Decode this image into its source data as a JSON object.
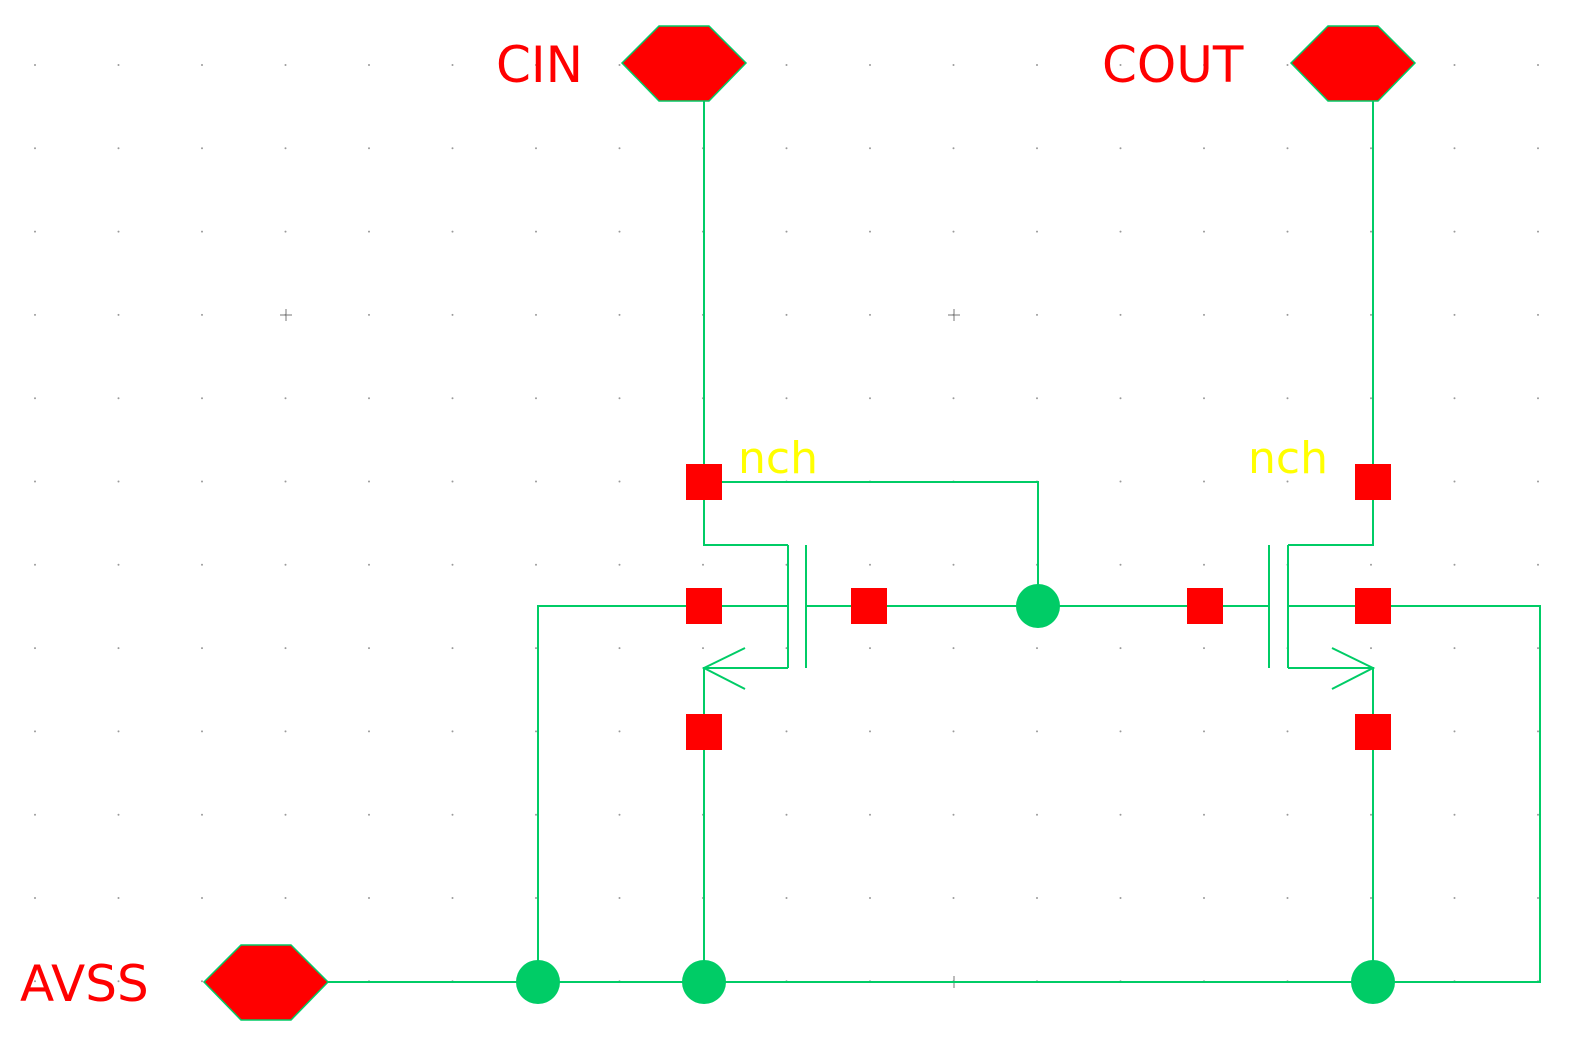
{
  "schematic": {
    "pins": {
      "cin": "CIN",
      "cout": "COUT",
      "avss": "AVSS"
    },
    "instances": {
      "m1": "nch",
      "m2": "nch"
    },
    "colors": {
      "background": "#ffffff",
      "wire": "#00cc66",
      "pin": "#ff0000",
      "terminal": "#ff0000",
      "instance_label": "#ffff00",
      "grid": "#9a9a9a"
    }
  }
}
